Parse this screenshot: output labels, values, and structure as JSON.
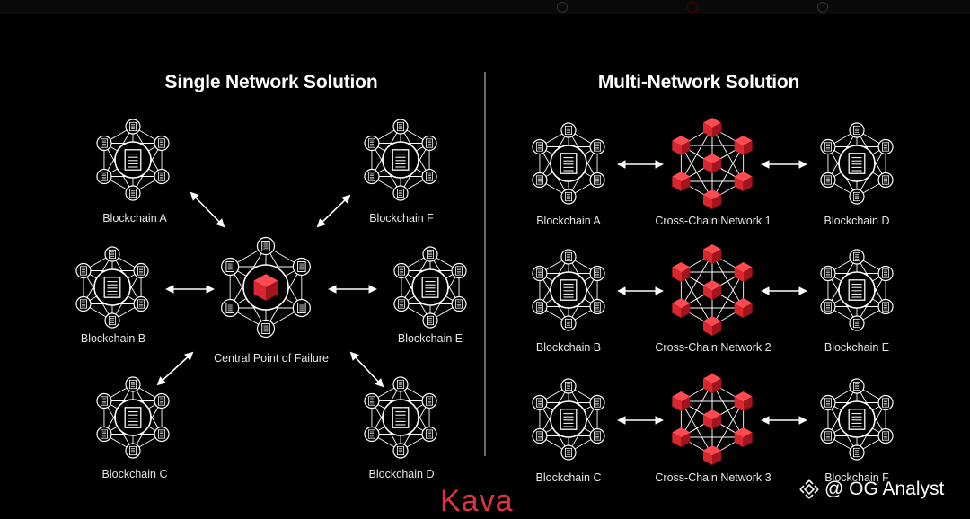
{
  "headings": {
    "single": "Single Network Solution",
    "multi": "Multi-Network Solution"
  },
  "single_network": {
    "blockchains": [
      "Blockchain A",
      "Blockchain B",
      "Blockchain C",
      "Blockchain D",
      "Blockchain E",
      "Blockchain F"
    ],
    "central_label": "Central Point of Failure"
  },
  "multi_network": {
    "rows": [
      {
        "left": "Blockchain A",
        "network": "Cross-Chain Network 1",
        "right": "Blockchain D"
      },
      {
        "left": "Blockchain B",
        "network": "Cross-Chain Network 2",
        "right": "Blockchain E"
      },
      {
        "left": "Blockchain C",
        "network": "Cross-Chain Network 3",
        "right": "Blockchain F"
      }
    ]
  },
  "branding": {
    "logo": "Kava",
    "watermark": "@ OG Analyst"
  },
  "icons": {
    "node": "document-icon",
    "hub": "red-cube-icon",
    "arrow": "double-arrow-icon",
    "watermark": "binance-diamond-icon"
  },
  "colors": {
    "background": "#000000",
    "text": "#ffffff",
    "accent": "#e0323c",
    "cube": "#d9262f"
  }
}
